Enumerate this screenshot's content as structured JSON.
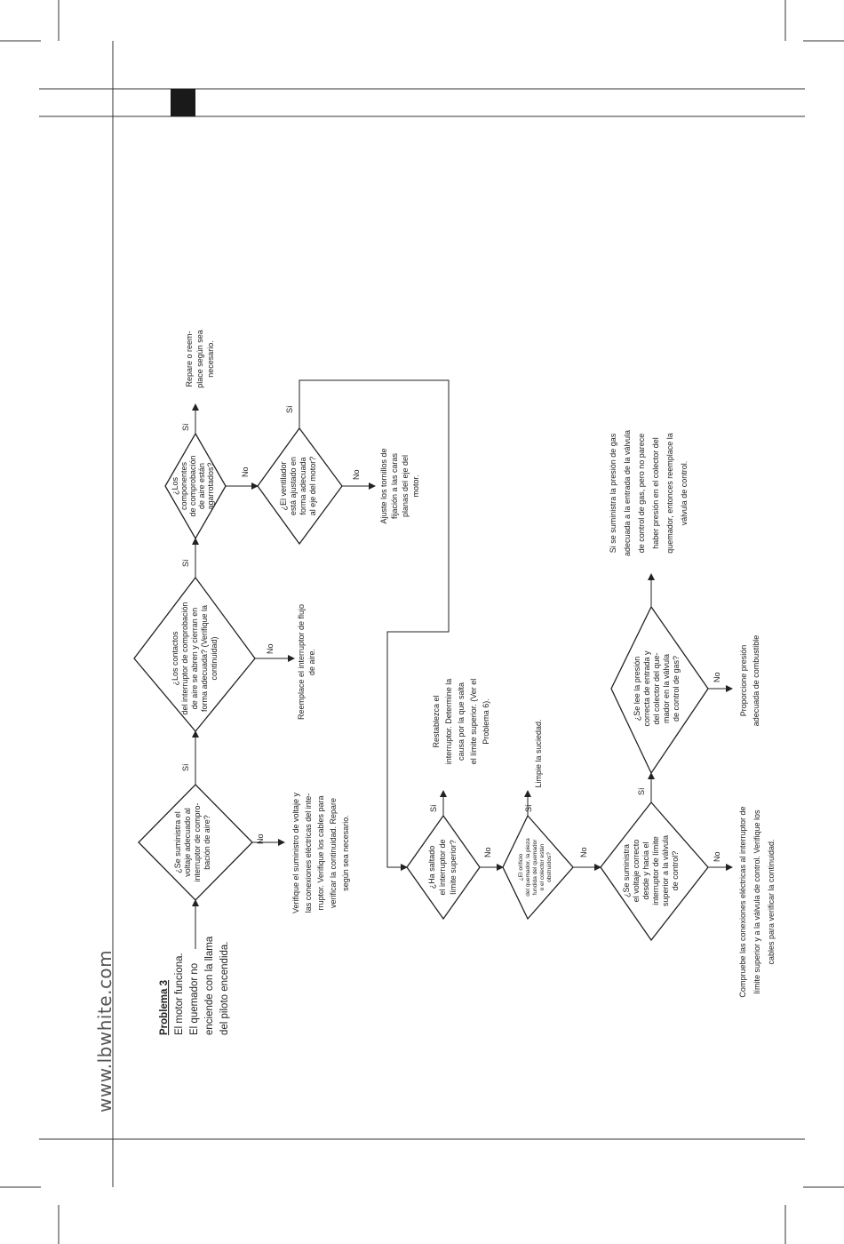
{
  "website": "www.lbwhite.com",
  "problem": {
    "title": "Problema 3",
    "lines": [
      "El motor funciona.",
      "El quemador no",
      "enciende con la llama",
      "del piloto encendida."
    ]
  },
  "labels": {
    "yes": "Sí",
    "no": "No"
  },
  "nodes": {
    "q1": [
      "¿Se suministra el",
      "voltaje adecuado al",
      "interruptor de compro-",
      "bación de aire?"
    ],
    "q2": [
      "¿Los contactos",
      "del interruptor de comprobación",
      "de aire se abren y cierran en",
      "forma adecuada? (Verifique la",
      "continuidad)"
    ],
    "q3": [
      "¿Los",
      "componentes",
      "de comprobación",
      "de aire están",
      "agarrotados?"
    ],
    "r_repair": [
      "Repare o reem-",
      "place según sea",
      "necesario."
    ],
    "q4": [
      "¿El ventilador",
      "está ajustado en",
      "forma adecuada",
      "al eje del motor?"
    ],
    "r_adjust": [
      "Ajuste los tornillos de",
      "fijación a las caras",
      "planas del eje del",
      "motor."
    ],
    "r_replace_switch": [
      "Reemplace el interruptor de flujo",
      "de aire."
    ],
    "r_verify_voltage": [
      "Verifique el suministro de voltaje y",
      "las conexiones eléctricas del inte-",
      "rruptor. Verifique los cables para",
      "verificar la continuidad. Repare",
      "según sea necesario."
    ],
    "q5": [
      "¿Ha saltado",
      "el interruptor de",
      "límite superior?"
    ],
    "r_reset": [
      "Restablezca el",
      "interruptor. Determine la",
      "causa por la que salta",
      "el límite superior. (Ver el",
      "Problema 6)."
    ],
    "q6": [
      "¿El orificio",
      "del quemador, la pieza",
      "fundida del quemador",
      "o el colector están",
      "obstruidos?"
    ],
    "r_clean": [
      "Limpie la suciedad."
    ],
    "q7": [
      "¿Se suministra",
      "el voltaje correcto",
      "desde y hacia el",
      "interruptor de límite",
      "superior a la válvula",
      "de control?"
    ],
    "r_check_connections": [
      "Compruebe las conexiones eléctricas al interruptor de",
      "límite superior y a la válvula de control. Verifique los",
      "cables para verificar la continuidad."
    ],
    "q8": [
      "¿Se lee la presión",
      "correcta de entrada y",
      "del colector del que-",
      "mador en la válvula",
      "de control de gas?"
    ],
    "r_supply_pressure": [
      "Proporcione presión",
      "adecuada de combustible"
    ],
    "r_replace_valve": [
      "Si se suministra la presión de gas",
      "adecuada a la entrada de la válvula",
      "de control de gas, pero no parece",
      "haber presión en el colector del",
      "quemador, entonces reemplace la",
      "válvula de control."
    ]
  }
}
